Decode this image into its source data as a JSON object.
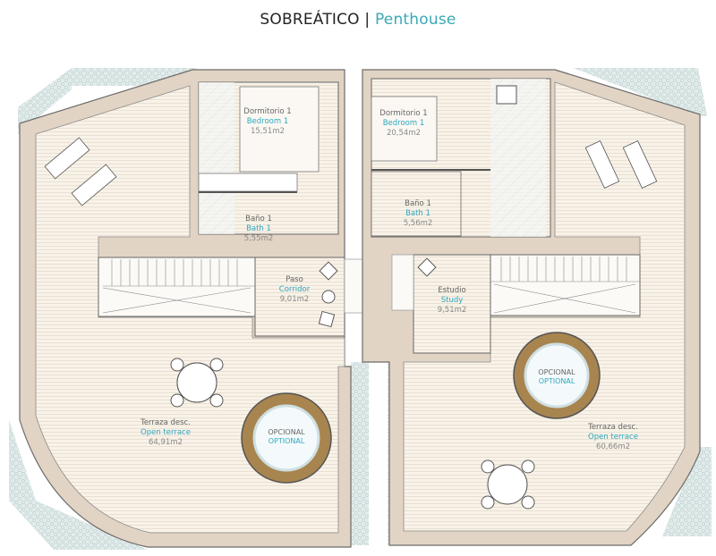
{
  "title": {
    "main": "SOBREÁTICO",
    "separator": "|",
    "sub": "Penthouse"
  },
  "colors": {
    "accent": "#3aa9b6",
    "floor": "#f7f0e6",
    "wall": "#e2d4c4",
    "gravel": "#dfe9e8",
    "tub_rim": "#9b7a45"
  },
  "left_unit": {
    "bedroom": {
      "es": "Dormitorio 1",
      "en": "Bedroom 1",
      "area": "15,51m2"
    },
    "bath": {
      "es": "Baño 1",
      "en": "Bath 1",
      "area": "5,55m2"
    },
    "corridor": {
      "es": "Paso",
      "en": "Corridor",
      "area": "9,01m2"
    },
    "terrace": {
      "es": "Terraza desc.",
      "en": "Open terrace",
      "area": "64,91m2"
    },
    "optional": {
      "es": "OPCIONAL",
      "en": "OPTIONAL"
    }
  },
  "right_unit": {
    "bedroom": {
      "es": "Dormitorio 1",
      "en": "Bedroom 1",
      "area": "20,54m2"
    },
    "bath": {
      "es": "Baño 1",
      "en": "Bath 1",
      "area": "5,56m2"
    },
    "study": {
      "es": "Estudio",
      "en": "Study",
      "area": "9,51m2"
    },
    "terrace": {
      "es": "Terraza desc.",
      "en": "Open terrace",
      "area": "60,66m2"
    },
    "optional": {
      "es": "OPCIONAL",
      "en": "OPTIONAL"
    }
  }
}
